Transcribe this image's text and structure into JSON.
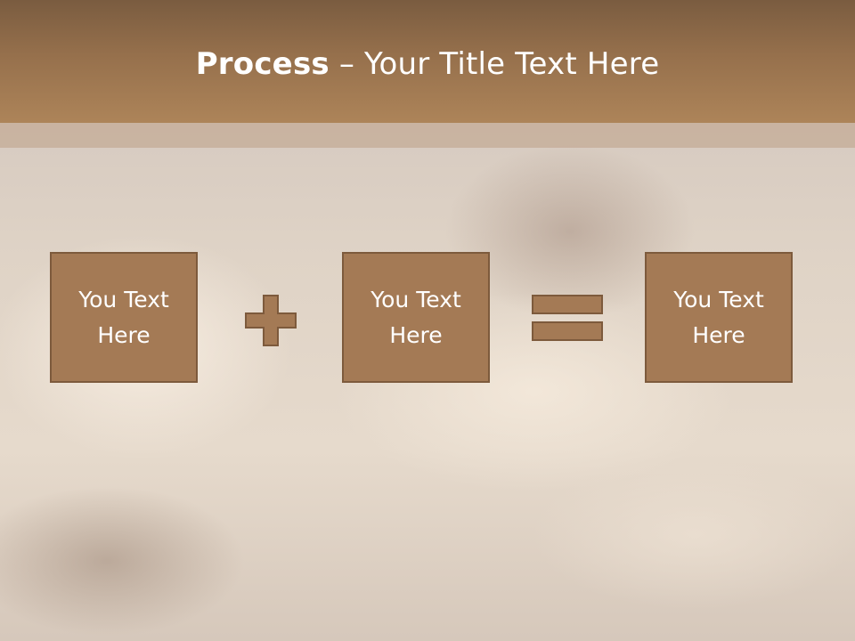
{
  "slide": {
    "title_bold": "Process",
    "title_rest": " – Your Title Text Here",
    "boxes": [
      {
        "text": "You Text\nHere"
      },
      {
        "text": "You Text\nHere"
      },
      {
        "text": "You Text\nHere"
      }
    ],
    "operators": [
      "plus-icon",
      "equals-icon"
    ],
    "colors": {
      "header": "#96704c",
      "box_fill": "#a47a55",
      "box_border": "#7d5a3c",
      "text": "#ffffff"
    }
  }
}
